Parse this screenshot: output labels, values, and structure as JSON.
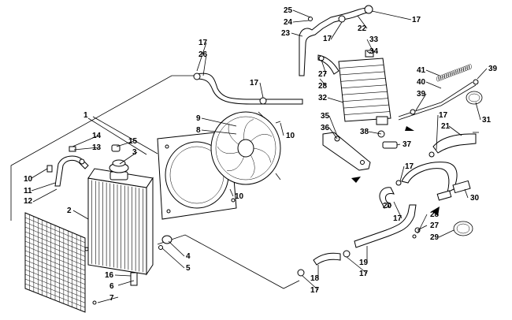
{
  "callouts": {
    "c1": "1",
    "c2": "2",
    "c3": "3",
    "c4": "4",
    "c5": "5",
    "c6": "6",
    "c7": "7",
    "c8": "8",
    "c9": "9",
    "c10a": "10",
    "c10b": "10",
    "c10c": "10",
    "c11": "11",
    "c12": "12",
    "c13": "13",
    "c14": "14",
    "c15": "15",
    "c16": "16",
    "c17a": "17",
    "c17b": "17",
    "c17c": "17",
    "c17d": "17",
    "c17e": "17",
    "c17f": "17",
    "c17g": "17",
    "c17h": "17",
    "c17i": "17",
    "c18": "18",
    "c19": "19",
    "c20": "20",
    "c21": "21",
    "c22": "22",
    "c23": "23",
    "c24": "24",
    "c25": "25",
    "c26": "26",
    "c27a": "27",
    "c27b": "27",
    "c28a": "28",
    "c28b": "28",
    "c29": "29",
    "c30": "30",
    "c31": "31",
    "c32": "32",
    "c33": "33",
    "c34": "34",
    "c35": "35",
    "c36": "36",
    "c37": "37",
    "c38": "38",
    "c39a": "39",
    "c39b": "39",
    "c40": "40",
    "c41": "41"
  },
  "icons": {
    "radiator": "radiator-icon",
    "screen": "screen-icon",
    "shroud": "fan-shroud-icon",
    "fan": "fan-icon",
    "oil_cooler": "oil-cooler-icon"
  }
}
